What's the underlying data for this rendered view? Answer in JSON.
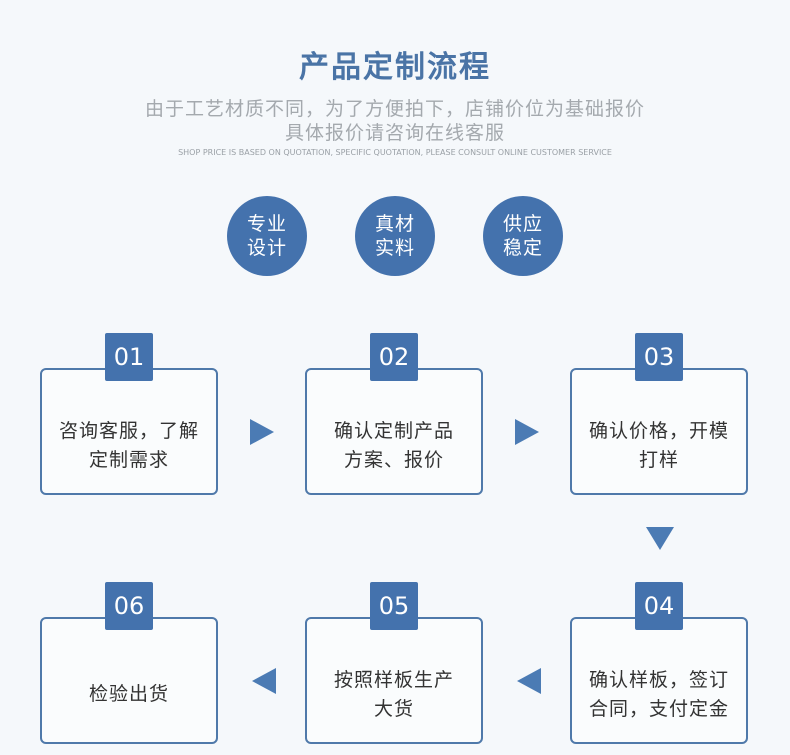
{
  "header": {
    "title": "产品定制流程",
    "subtitle_line1": "由于工艺材质不同，为了方便拍下，店铺价位为基础报价",
    "subtitle_line2": "具体报价请咨询在线客服",
    "subtitle_en": "SHOP PRICE IS BASED ON QUOTATION, SPECIFIC QUOTATION, PLEASE CONSULT ONLINE CUSTOMER SERVICE"
  },
  "badges": [
    {
      "line1": "专业",
      "line2": "设计"
    },
    {
      "line1": "真材",
      "line2": "实料"
    },
    {
      "line1": "供应",
      "line2": "稳定"
    }
  ],
  "steps": [
    {
      "num": "01",
      "line1": "咨询客服，了解",
      "line2": "定制需求"
    },
    {
      "num": "02",
      "line1": "确认定制产品",
      "line2": "方案、报价"
    },
    {
      "num": "03",
      "line1": "确认价格，开模",
      "line2": "打样"
    },
    {
      "num": "04",
      "line1": "确认样板，签订",
      "line2": "合同，支付定金"
    },
    {
      "num": "05",
      "line1": "按照样板生产",
      "line2": "大货"
    },
    {
      "num": "06",
      "line1": "检验出货",
      "line2": ""
    }
  ],
  "colors": {
    "accent": "#4472ad",
    "title": "#4a74a6",
    "subtitle": "#a4a9ae",
    "arrow": "#4b7bb4"
  }
}
